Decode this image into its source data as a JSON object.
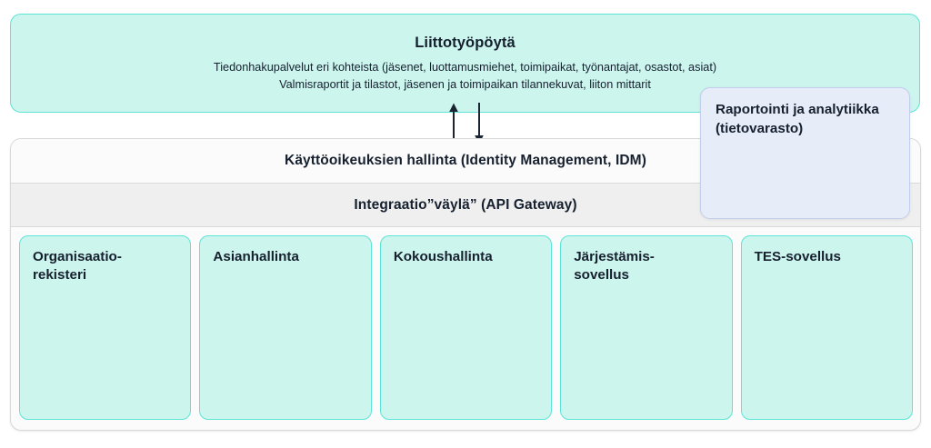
{
  "diagram": {
    "title": "Liittotyopoyta architecture",
    "colors": {
      "mint_fill": "#ccf5ee",
      "mint_border": "#5ce4d6",
      "lavender_fill": "#e7ecf9",
      "lavender_border": "#c3cdec",
      "band_idm_fill": "#fbfbfb",
      "band_api_fill": "#efefef",
      "container_border": "#d8d8d8",
      "text": "#16202e",
      "arrow": "#1b2432"
    },
    "desktop": {
      "title": "Liittotyöpöytä",
      "line1": "Tiedonhakupalvelut eri kohteista (jäsenet, luottamusmiehet, toimipaikat, työnantajat, osastot, asiat)",
      "line2": "Valmisraportit ja tilastot, jäsenen ja toimipaikan tilannekuvat, liiton mittarit"
    },
    "connectors": {
      "up_arrow_label": "arrow-up",
      "down_arrow_label": "arrow-down"
    },
    "bands": [
      {
        "label": "Käyttöoikeuksien hallinta (Identity Management, IDM)"
      },
      {
        "label": "Integraatio”väylä” (API Gateway)"
      }
    ],
    "applications": [
      {
        "label": "Organisaatio-\nrekisteri"
      },
      {
        "label": "Asianhallinta"
      },
      {
        "label": "Kokoushallinta"
      },
      {
        "label": "Järjestämis-\nsovellus"
      },
      {
        "label": "TES-sovellus"
      }
    ],
    "reporting": {
      "line1": "Raportointi ja analytiikka",
      "line2": "(tietovarasto)"
    }
  }
}
